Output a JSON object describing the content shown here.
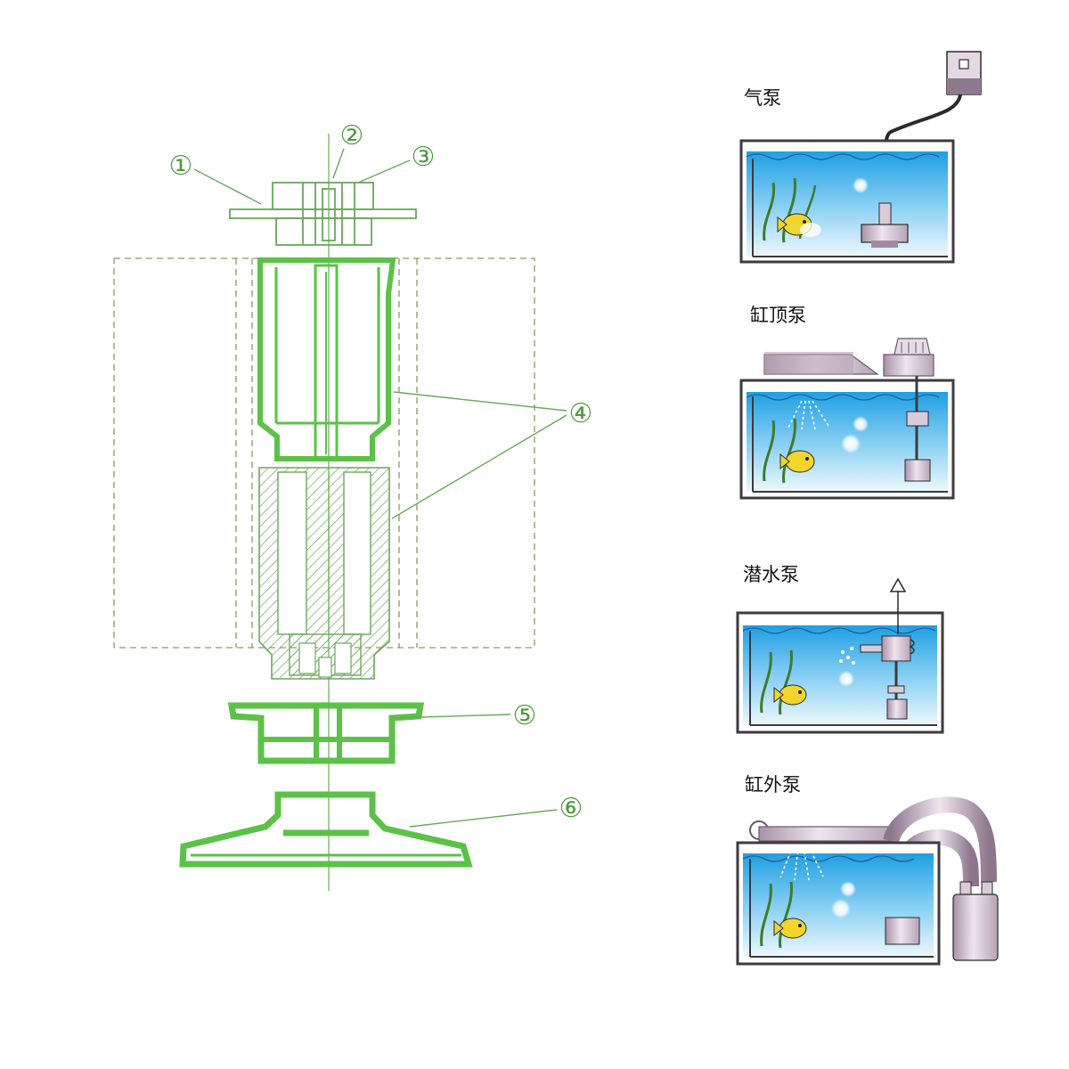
{
  "diagram": {
    "callouts": [
      {
        "label": "1",
        "glyph": "①"
      },
      {
        "label": "2",
        "glyph": "②"
      },
      {
        "label": "3",
        "glyph": "③"
      },
      {
        "label": "4",
        "glyph": "④"
      },
      {
        "label": "5",
        "glyph": "⑤"
      },
      {
        "label": "6",
        "glyph": "⑥"
      }
    ],
    "colors": {
      "green": "#5bc247",
      "green_line": "#6aa85a",
      "frame": "#3d3a40",
      "water_top": "#2ea9e6",
      "water_bottom": "#e6f5fd",
      "pump_body": "#d9cbd9",
      "pump_dark": "#a08aa0"
    }
  },
  "tanks": [
    {
      "title": "气泵",
      "icon": "air-pump-icon"
    },
    {
      "title": "缸顶泵",
      "icon": "top-pump-icon"
    },
    {
      "title": "潜水泵",
      "icon": "submersible-pump-icon"
    },
    {
      "title": "缸外泵",
      "icon": "external-pump-icon"
    }
  ]
}
